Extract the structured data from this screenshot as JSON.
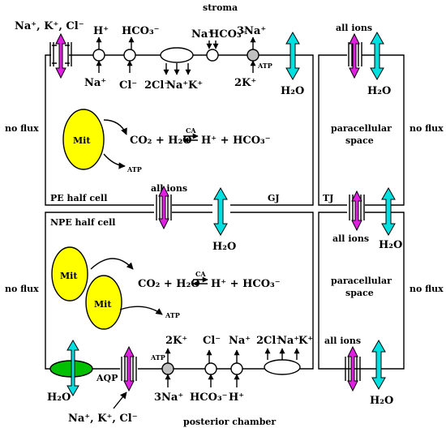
{
  "labels": {
    "stroma": "stroma",
    "posterior_chamber": "posterior chamber",
    "no_flux": "no flux",
    "paracellular_space_line1": "paracellular",
    "paracellular_space_line2": "space",
    "pe_half_cell": "PE half cell",
    "npe_half_cell": "NPE half cell",
    "gj": "GJ",
    "tj": "TJ",
    "aqp": "AQP",
    "mit": "Mit",
    "all_ions": "all ions",
    "atp": "ATP",
    "ca": "CA"
  },
  "ions": {
    "na_plus": "Na⁺",
    "k_plus": "K⁺",
    "h_plus": "H⁺",
    "cl_minus": "Cl⁻",
    "hco3_minus": "HCO₃⁻",
    "two_cl_minus": "2Cl⁻",
    "three_na_plus": "3Na⁺",
    "two_k_plus": "2K⁺",
    "h2o": "H₂O",
    "co2": "CO₂",
    "na_k_cl": "Na⁺, K⁺, Cl⁻"
  },
  "reaction": {
    "lhs": "CO₂ + H₂O",
    "rhs": "H⁺ + HCO₃⁻"
  },
  "colors": {
    "ion_channel": "#e020e0",
    "water_channel": "#00e0e0",
    "mitochondrion": "#ffff00",
    "atpase": "#c0c0c0",
    "aqp": "#00c000"
  }
}
